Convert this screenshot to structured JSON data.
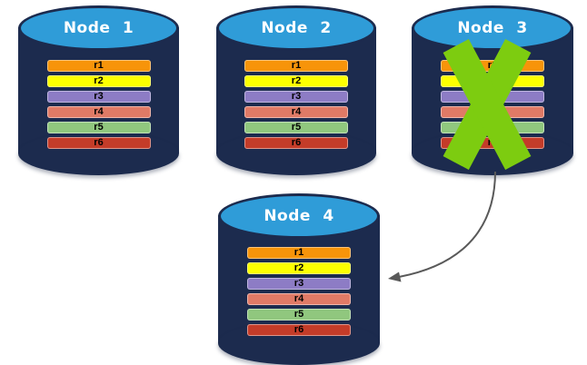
{
  "diagram": {
    "description": "Database replication failover diagram: four replica nodes each holding rows r1-r6; Node 3 has failed (green X) and an arrow indicates failover of its data to new Node 4",
    "colors": {
      "cylinder_body": "#1C2B4E",
      "cylinder_top": "#2F9CD8",
      "x_mark": "#7DCC10",
      "arrow": "#595959",
      "row_text": "#000000",
      "title_text": "#FFFFFF",
      "background": "#FFFFFF"
    },
    "nodes": [
      {
        "label": "Node 1",
        "failed": false,
        "rows": [
          {
            "label": "r1",
            "color": "#F7940A"
          },
          {
            "label": "r2",
            "color": "#FDFF00"
          },
          {
            "label": "r3",
            "color": "#8D7CC5"
          },
          {
            "label": "r4",
            "color": "#E07A66"
          },
          {
            "label": "r5",
            "color": "#90C77E"
          },
          {
            "label": "r6",
            "color": "#C43C29"
          }
        ]
      },
      {
        "label": "Node 2",
        "failed": false,
        "rows": [
          {
            "label": "r1",
            "color": "#F7940A"
          },
          {
            "label": "r2",
            "color": "#FDFF00"
          },
          {
            "label": "r3",
            "color": "#8D7CC5"
          },
          {
            "label": "r4",
            "color": "#E07A66"
          },
          {
            "label": "r5",
            "color": "#90C77E"
          },
          {
            "label": "r6",
            "color": "#C43C29"
          }
        ]
      },
      {
        "label": "Node 3",
        "failed": true,
        "rows": [
          {
            "label": "r1",
            "color": "#F7940A"
          },
          {
            "label": "r2",
            "color": "#FDFF00"
          },
          {
            "label": "r3",
            "color": "#8D7CC5"
          },
          {
            "label": "r4",
            "color": "#E07A66"
          },
          {
            "label": "r5",
            "color": "#90C77E"
          },
          {
            "label": "r6",
            "color": "#C43C29"
          }
        ]
      },
      {
        "label": "Node 4",
        "failed": false,
        "rows": [
          {
            "label": "r1",
            "color": "#F7940A"
          },
          {
            "label": "r2",
            "color": "#FDFF00"
          },
          {
            "label": "r3",
            "color": "#8D7CC5"
          },
          {
            "label": "r4",
            "color": "#E07A66"
          },
          {
            "label": "r5",
            "color": "#90C77E"
          },
          {
            "label": "r6",
            "color": "#C43C29"
          }
        ]
      }
    ],
    "arrow": {
      "from": "Node 3",
      "to": "Node 4"
    }
  }
}
